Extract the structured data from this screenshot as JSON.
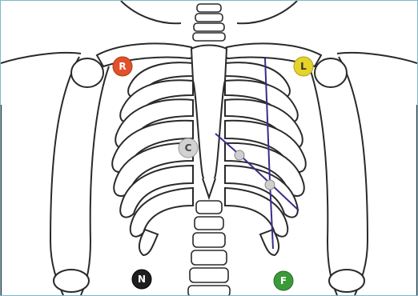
{
  "colors": {
    "frame": "#7fb8cf",
    "bone_outline": "#2a2a2a",
    "guide_line": "#3a2d8c",
    "electrode_R": "#e2502a",
    "electrode_L": "#e5d22a",
    "electrode_C": "#d2d2d2",
    "electrode_N": "#1f1f1f",
    "electrode_F": "#3a9a3a",
    "landmark_point": "#cfcfcf"
  },
  "electrodes": [
    {
      "id": "R",
      "label": "R",
      "name": "right-arm-electrode",
      "color": "#e2502a",
      "text_color": "#ffffff"
    },
    {
      "id": "L",
      "label": "L",
      "name": "left-arm-electrode",
      "color": "#e5d22a",
      "text_color": "#333333"
    },
    {
      "id": "C",
      "label": "C",
      "name": "chest-electrode",
      "color": "#d2d2d2",
      "text_color": "#444444"
    },
    {
      "id": "N",
      "label": "N",
      "name": "neutral-electrode",
      "color": "#1f1f1f",
      "text_color": "#ffffff"
    },
    {
      "id": "F",
      "label": "F",
      "name": "foot-electrode",
      "color": "#3a9a3a",
      "text_color": "#ffffff"
    }
  ],
  "icons": {
    "illustration": "thorax-skeleton",
    "guide_lines": "placement-guide-lines"
  }
}
